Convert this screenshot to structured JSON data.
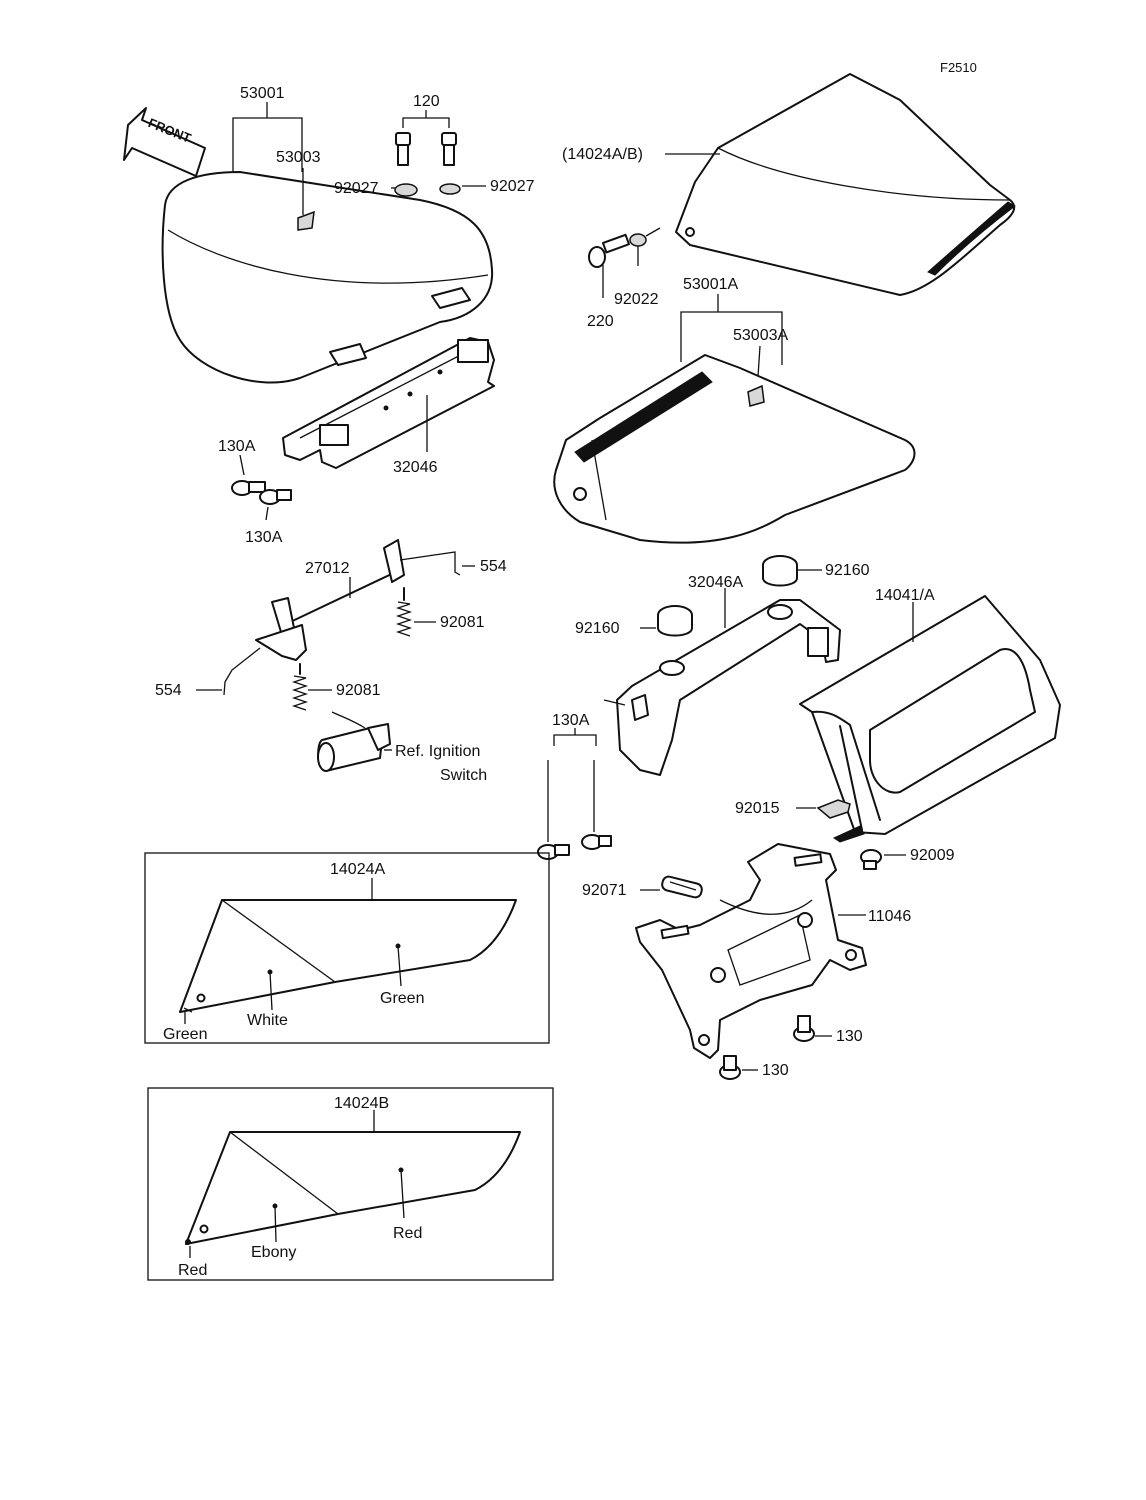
{
  "figure_code": "F2510",
  "front_label": "FRONT",
  "labels": {
    "p53001": "53001",
    "p53003": "53003",
    "p120": "120",
    "p92027_left": "92027",
    "p92027_right": "92027",
    "p32046": "32046",
    "p130A_upper": "130A",
    "p130A_lower": "130A",
    "p27012": "27012",
    "p554_upper": "554",
    "p554_lower": "554",
    "p92081_upper": "92081",
    "p92081_lower": "92081",
    "ref_line1": "Ref. Ignition",
    "ref_line2": "Switch",
    "p14024AB": "(14024A/B)",
    "p220": "220",
    "p92022": "92022",
    "p53001A": "53001A",
    "p53003A": "53003A",
    "p92160_upper": "92160",
    "p92160_lower": "92160",
    "p32046A": "32046A",
    "p14041A": "14041/A",
    "p130A_right": "130A",
    "p92015": "92015",
    "p92009": "92009",
    "p92071": "92071",
    "p11046": "11046",
    "p130_upper": "130",
    "p130_lower": "130"
  },
  "inset_a": {
    "title": "14024A",
    "colors": [
      "Green",
      "White",
      "Green"
    ]
  },
  "inset_b": {
    "title": "14024B",
    "colors": [
      "Red",
      "Ebony",
      "Red"
    ]
  }
}
